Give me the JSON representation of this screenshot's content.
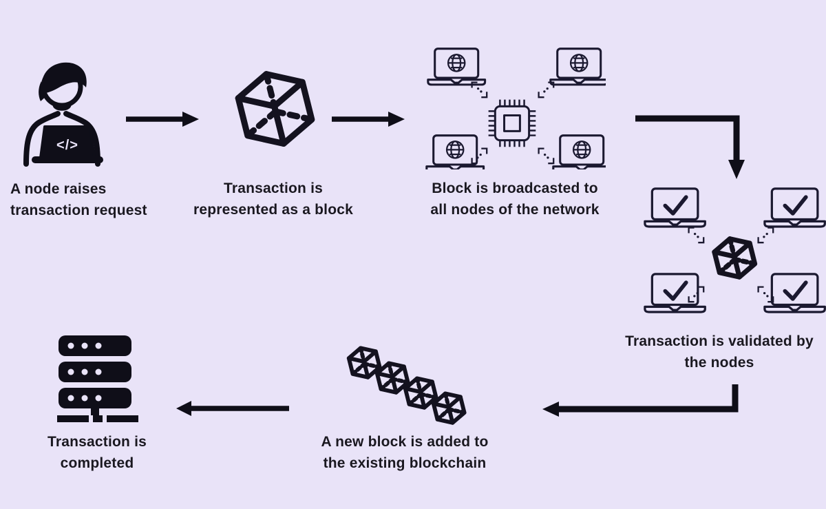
{
  "canvas": {
    "background_color": "#e9e3f8",
    "ink_color": "#0f0e18",
    "outline_color": "#1b1930",
    "text_color": "#1a1820"
  },
  "steps": [
    {
      "id": "request",
      "icon": "person-coding-icon",
      "line1": "A node raises",
      "line2": "transaction request"
    },
    {
      "id": "block",
      "icon": "cube-block-icon",
      "line1": "Transaction is",
      "line2": "represented as a block"
    },
    {
      "id": "broadcast",
      "icon": "network-broadcast-icon",
      "line1": "Block is broadcasted to",
      "line2": "all nodes of the network"
    },
    {
      "id": "validate",
      "icon": "nodes-validation-icon",
      "line1": "Transaction is validated by",
      "line2": "the nodes"
    },
    {
      "id": "append",
      "icon": "blockchain-chain-icon",
      "line1": "A new block is added to",
      "line2": "the existing blockchain"
    },
    {
      "id": "complete",
      "icon": "server-stack-icon",
      "line1": "Transaction is",
      "line2": "completed"
    }
  ],
  "laptop_code_symbol": "</>"
}
